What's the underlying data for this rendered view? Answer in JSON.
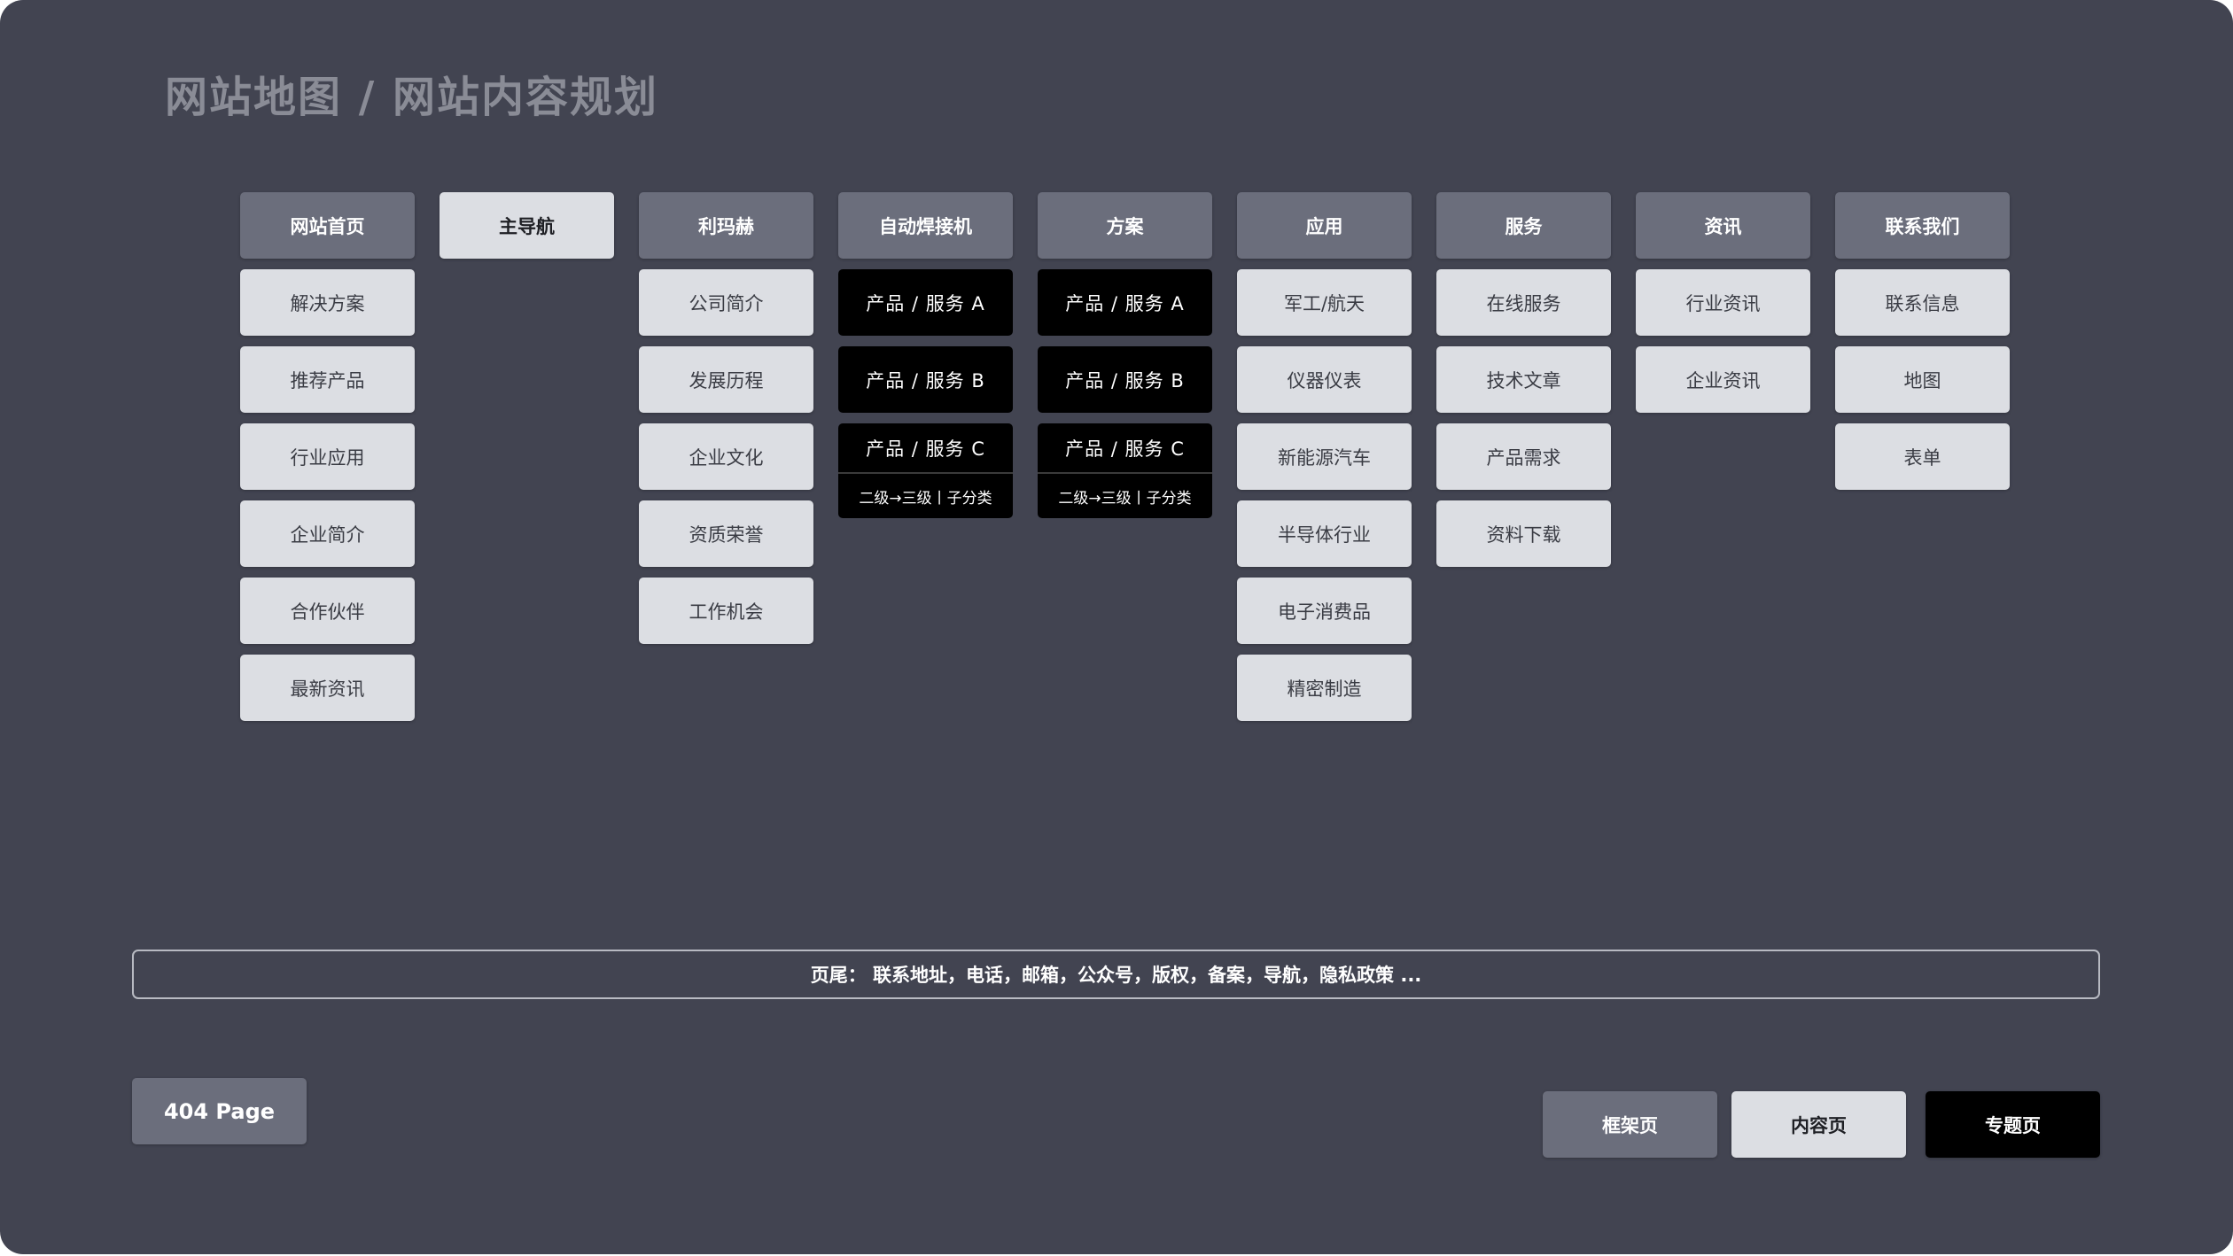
{
  "title": "网站地图 / 网站内容规划",
  "columns": [
    {
      "header": "网站首页",
      "items": [
        "解决方案",
        "推荐产品",
        "行业应用",
        "企业简介",
        "合作伙伴",
        "最新资讯"
      ]
    },
    {
      "header": "主导航",
      "items": []
    },
    {
      "header": "利玛赫",
      "items": [
        "公司简介",
        "发展历程",
        "企业文化",
        "资质荣誉",
        "工作机会"
      ]
    },
    {
      "header": "自动焊接机",
      "items": [
        "产品 / 服务 A",
        "产品 / 服务 B",
        "产品 / 服务 C"
      ],
      "sub": "二级→三级丨子分类"
    },
    {
      "header": "方案",
      "items": [
        "产品 / 服务 A",
        "产品 / 服务 B",
        "产品 / 服务 C"
      ],
      "sub": "二级→三级丨子分类"
    },
    {
      "header": "应用",
      "items": [
        "军工/航天",
        "仪器仪表",
        "新能源汽车",
        "半导体行业",
        "电子消费品",
        "精密制造"
      ]
    },
    {
      "header": "服务",
      "items": [
        "在线服务",
        "技术文章",
        "产品需求",
        "资料下载"
      ]
    },
    {
      "header": "资讯",
      "items": [
        "行业资讯",
        "企业资讯"
      ]
    },
    {
      "header": "联系我们",
      "items": [
        "联系信息",
        "地图",
        "表单"
      ]
    }
  ],
  "footer": "页尾： 联系地址，电话，邮箱，公众号，版权，备案，导航，隐私政策 ...",
  "page404": "404 Page",
  "legend": {
    "frame": "框架页",
    "content": "内容页",
    "special": "专题页"
  },
  "colors": {
    "background": "#424451",
    "frame": "#6b6e7c",
    "content": "#dcdee3",
    "special": "#000000"
  }
}
